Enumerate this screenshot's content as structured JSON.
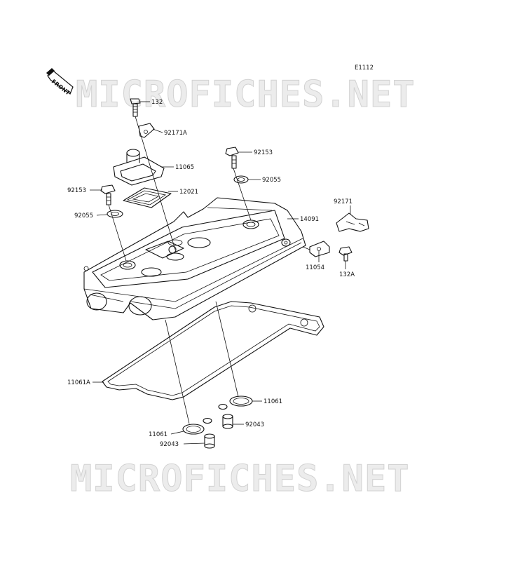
{
  "diagram_code": "E1112",
  "front_label": "FRONT",
  "watermark_text": "MICROFICHES.NET",
  "part_labels": {
    "p132": "132",
    "p92171A": "92171A",
    "p92153_top": "92153",
    "p11065": "11065",
    "p92055_right": "92055",
    "p92153_left": "92153",
    "p12021": "12021",
    "p92055_left": "92055",
    "p14091": "14091",
    "p92171": "92171",
    "p11054": "11054",
    "p132A": "132A",
    "p11061A": "11061A",
    "p11061_right": "11061",
    "p92043_right": "92043",
    "p11061_left": "11061",
    "p92043_left": "92043"
  }
}
